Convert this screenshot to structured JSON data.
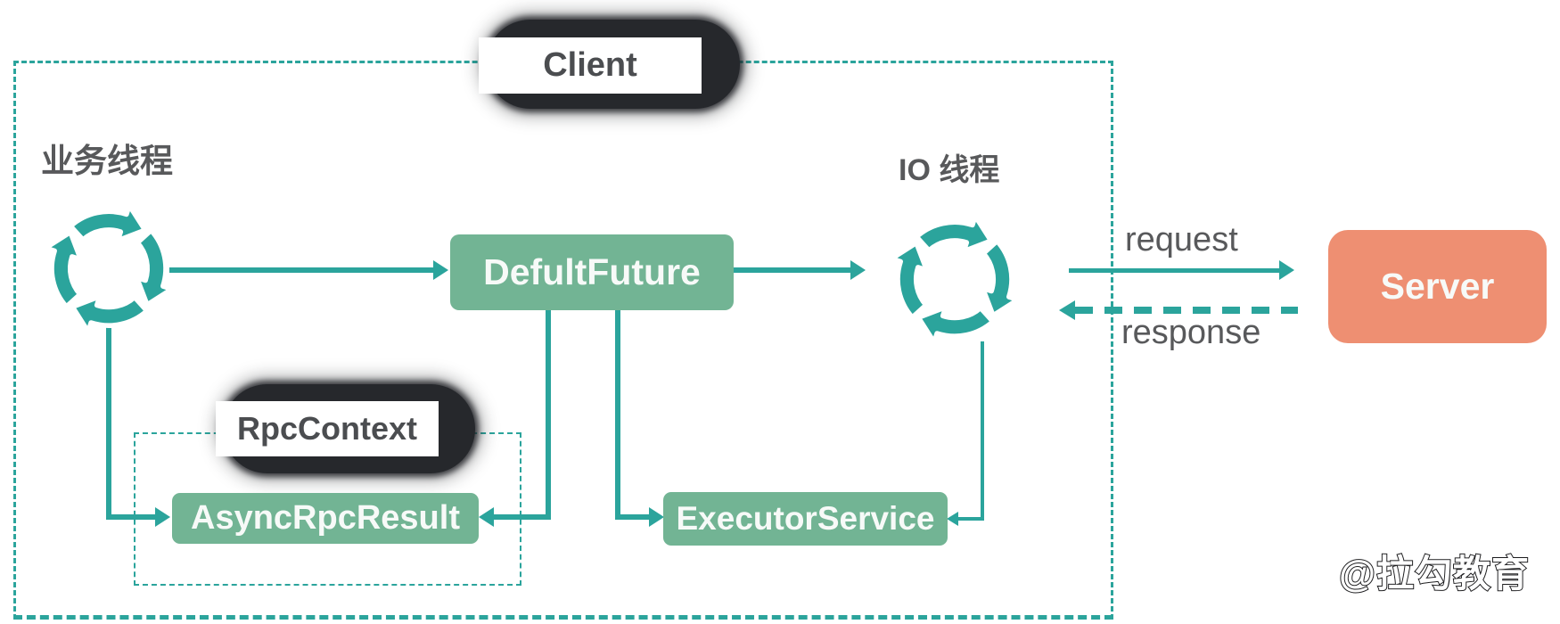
{
  "diagram": {
    "boundaries": {
      "client_label": "Client",
      "rpc_context_label": "RpcContext"
    },
    "threads": {
      "business_thread_label": "业务线程",
      "io_thread_label": "IO 线程"
    },
    "nodes": {
      "defult_future": "DefultFuture",
      "async_rpc_result": "AsyncRpcResult",
      "executor_service": "ExecutorService",
      "server": "Server"
    },
    "edges": {
      "request_label": "request",
      "response_label": "response"
    },
    "watermark": "@拉勾教育",
    "icons": {
      "business_thread": "circular-arrows-icon",
      "io_thread": "circular-arrows-icon"
    },
    "colors": {
      "teal": "#2ba49c",
      "node_green": "#72b494",
      "server_salmon": "#ee8f72",
      "label_gray": "#58595b",
      "pill_dark": "#26282c",
      "text_dark": "#4b4d50"
    }
  }
}
